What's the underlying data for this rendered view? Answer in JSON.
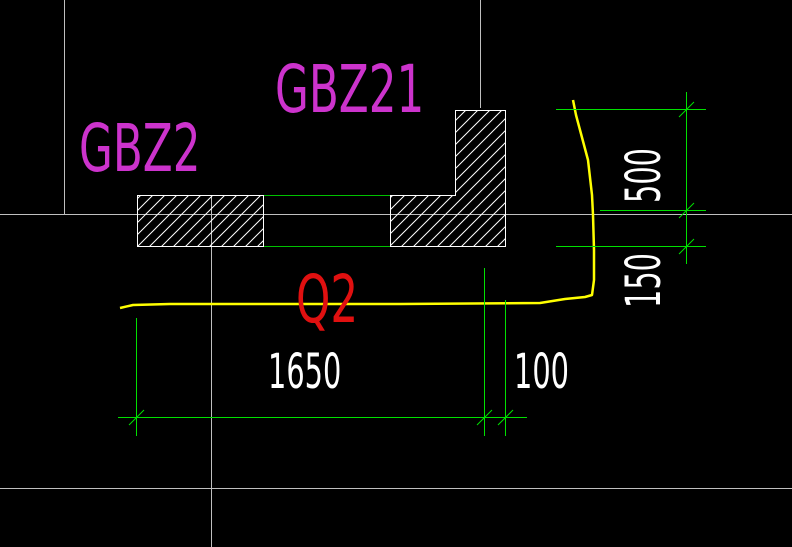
{
  "drawing": {
    "background": "#000000",
    "colors": {
      "grid_axis": "#bfbfbf",
      "hatch_outline": "#ffffff",
      "wall_line": "#00c000",
      "dimension": "#00e000",
      "section_cut": "#ffff00",
      "component_label": "#cc33cc",
      "wall_label": "#e01010",
      "dimension_text": "#ffffff"
    },
    "labels": {
      "column_left": "GBZ2",
      "column_right": "GBZ21",
      "wall": "Q2"
    },
    "dimensions": {
      "horizontal_main": "1650",
      "horizontal_small": "100",
      "vertical_top": "500",
      "vertical_bottom": "150"
    }
  }
}
